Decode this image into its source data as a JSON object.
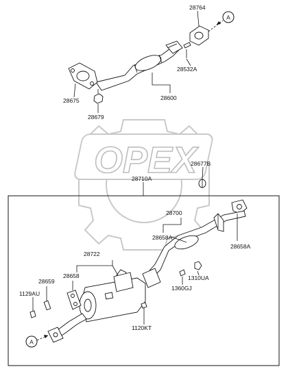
{
  "watermark": {
    "text": "OPEX"
  },
  "labels": {
    "p28764": "28764",
    "p28532A": "28532A",
    "p28600": "28600",
    "p28675": "28675",
    "p28679": "28679",
    "p28677B": "28677B",
    "p28710A": "28710A",
    "p28700": "28700",
    "p28658A_left": "28658A",
    "p28658A_right": "28658A",
    "p28722": "28722",
    "p28659": "28659",
    "p28658": "28658",
    "p1129AU": "1129AU",
    "p1310UA": "1310UA",
    "p1360GJ": "1360GJ",
    "p1120KT": "1120KT",
    "refA_top": "A",
    "refA_bottom": "A"
  }
}
